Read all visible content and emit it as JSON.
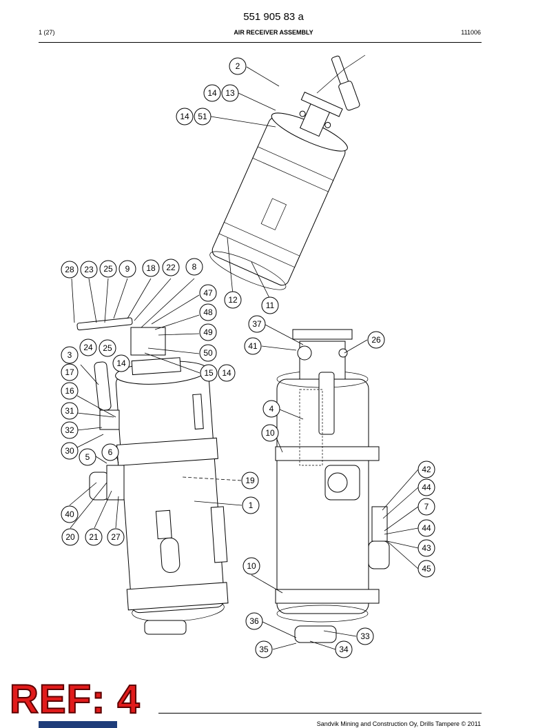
{
  "header": {
    "doc_number": "551 905 83 a",
    "page": "1 (27)",
    "title": "AIR RECEIVER ASSEMBLY",
    "date_code": "111006"
  },
  "footer": {
    "copyright": "Sandvik Mining and Construction Oy, Drills Tampere © 2011"
  },
  "stamp": {
    "text": "REF: 4",
    "color": "#e11b1b"
  },
  "callouts": [
    {
      "id": "c2",
      "label": "2"
    },
    {
      "id": "c14a",
      "label": "14"
    },
    {
      "id": "c13",
      "label": "13"
    },
    {
      "id": "c14b",
      "label": "14"
    },
    {
      "id": "c51",
      "label": "51"
    },
    {
      "id": "c28",
      "label": "28"
    },
    {
      "id": "c23",
      "label": "23"
    },
    {
      "id": "c25a",
      "label": "25"
    },
    {
      "id": "c9",
      "label": "9"
    },
    {
      "id": "c18",
      "label": "18"
    },
    {
      "id": "c22",
      "label": "22"
    },
    {
      "id": "c8",
      "label": "8"
    },
    {
      "id": "c12",
      "label": "12"
    },
    {
      "id": "c11",
      "label": "11"
    },
    {
      "id": "c47",
      "label": "47"
    },
    {
      "id": "c48",
      "label": "48"
    },
    {
      "id": "c49",
      "label": "49"
    },
    {
      "id": "c50",
      "label": "50"
    },
    {
      "id": "c15",
      "label": "15"
    },
    {
      "id": "c14c",
      "label": "14"
    },
    {
      "id": "c24",
      "label": "24"
    },
    {
      "id": "c25b",
      "label": "25"
    },
    {
      "id": "c14d",
      "label": "14"
    },
    {
      "id": "c3",
      "label": "3"
    },
    {
      "id": "c17",
      "label": "17"
    },
    {
      "id": "c16",
      "label": "16"
    },
    {
      "id": "c31",
      "label": "31"
    },
    {
      "id": "c32",
      "label": "32"
    },
    {
      "id": "c30",
      "label": "30"
    },
    {
      "id": "c5",
      "label": "5"
    },
    {
      "id": "c6",
      "label": "6"
    },
    {
      "id": "c40",
      "label": "40"
    },
    {
      "id": "c20",
      "label": "20"
    },
    {
      "id": "c21",
      "label": "21"
    },
    {
      "id": "c27",
      "label": "27"
    },
    {
      "id": "c19",
      "label": "19"
    },
    {
      "id": "c1",
      "label": "1"
    },
    {
      "id": "c37",
      "label": "37"
    },
    {
      "id": "c41",
      "label": "41"
    },
    {
      "id": "c26",
      "label": "26"
    },
    {
      "id": "c4",
      "label": "4"
    },
    {
      "id": "c10a",
      "label": "10"
    },
    {
      "id": "c42",
      "label": "42"
    },
    {
      "id": "c44a",
      "label": "44"
    },
    {
      "id": "c7",
      "label": "7"
    },
    {
      "id": "c44b",
      "label": "44"
    },
    {
      "id": "c43",
      "label": "43"
    },
    {
      "id": "c45",
      "label": "45"
    },
    {
      "id": "c10b",
      "label": "10"
    },
    {
      "id": "c36",
      "label": "36"
    },
    {
      "id": "c33",
      "label": "33"
    },
    {
      "id": "c35",
      "label": "35"
    },
    {
      "id": "c34",
      "label": "34"
    }
  ]
}
